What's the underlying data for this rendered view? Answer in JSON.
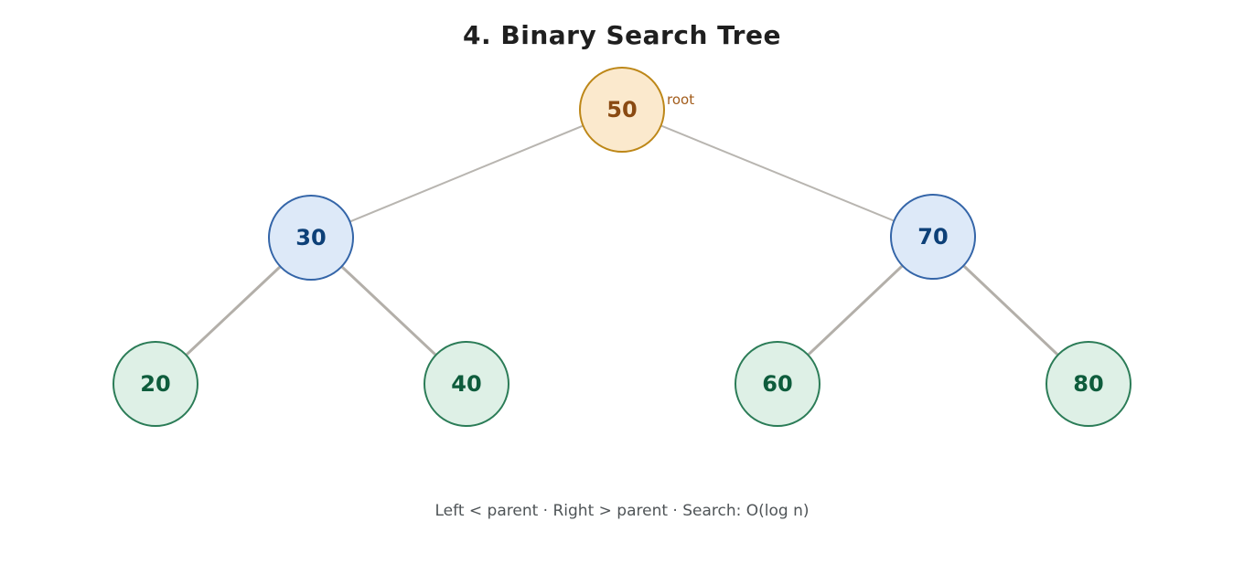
{
  "title": "4. Binary Search Tree",
  "caption": "Left < parent · Right > parent · Search: O(log n)",
  "root_label": "root",
  "nodes": [
    {
      "value": "50",
      "role": "root"
    },
    {
      "value": "30",
      "role": "internal"
    },
    {
      "value": "70",
      "role": "internal"
    },
    {
      "value": "20",
      "role": "leaf"
    },
    {
      "value": "40",
      "role": "leaf"
    },
    {
      "value": "60",
      "role": "leaf"
    },
    {
      "value": "80",
      "role": "leaf"
    }
  ],
  "edges": [
    [
      "50",
      "30"
    ],
    [
      "50",
      "70"
    ],
    [
      "30",
      "20"
    ],
    [
      "30",
      "40"
    ],
    [
      "70",
      "60"
    ],
    [
      "70",
      "80"
    ]
  ],
  "tree": {
    "type": "binary-search-tree",
    "root": {
      "value": 50,
      "left": {
        "value": 30,
        "left": {
          "value": 20
        },
        "right": {
          "value": 40
        }
      },
      "right": {
        "value": 70,
        "left": {
          "value": 60
        },
        "right": {
          "value": 80
        }
      }
    }
  },
  "colors": {
    "root_fill": "#fbe9cd",
    "root_border": "#bd8718",
    "root_text": "#8a4a12",
    "internal_fill": "#dde9f8",
    "internal_border": "#3465a8",
    "internal_text": "#0d4078",
    "leaf_fill": "#def0e6",
    "leaf_border": "#2b7c57",
    "leaf_text": "#0e5c3c",
    "edge": "#b8b5b0"
  }
}
